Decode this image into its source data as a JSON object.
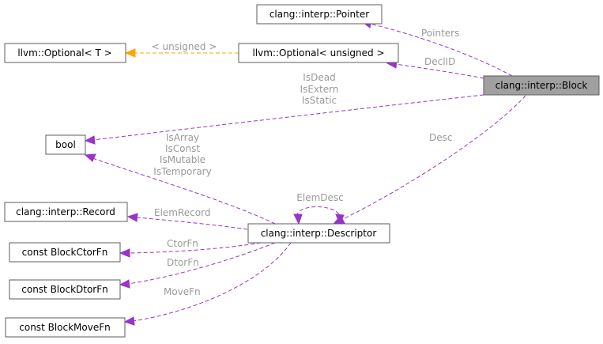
{
  "nodes": {
    "pointer": "clang::interp::Pointer",
    "optional_t": "llvm::Optional< T >",
    "optional_unsigned": "llvm::Optional< unsigned >",
    "block": "clang::interp::Block",
    "bool": "bool",
    "record": "clang::interp::Record",
    "descriptor": "clang::interp::Descriptor",
    "ctor": "const BlockCtorFn",
    "dtor": "const BlockDtorFn",
    "move": "const BlockMoveFn"
  },
  "edge_labels": {
    "pointers": "Pointers",
    "declid": "DeclID",
    "unsigned": "< unsigned >",
    "block_bool": [
      "IsDead",
      "IsExtern",
      "IsStatic"
    ],
    "desc": "Desc",
    "desc_bool": [
      "IsArray",
      "IsConst",
      "IsMutable",
      "IsTemporary"
    ],
    "elemdesc": "ElemDesc",
    "elemrecord": "ElemRecord",
    "ctorfn": "CtorFn",
    "dtorfn": "DtorFn",
    "movefn": "MoveFn"
  },
  "colors": {
    "member_edge": "#9a32cd",
    "template_edge": "#ffa500",
    "highlight_node": "#a0a0a0"
  }
}
